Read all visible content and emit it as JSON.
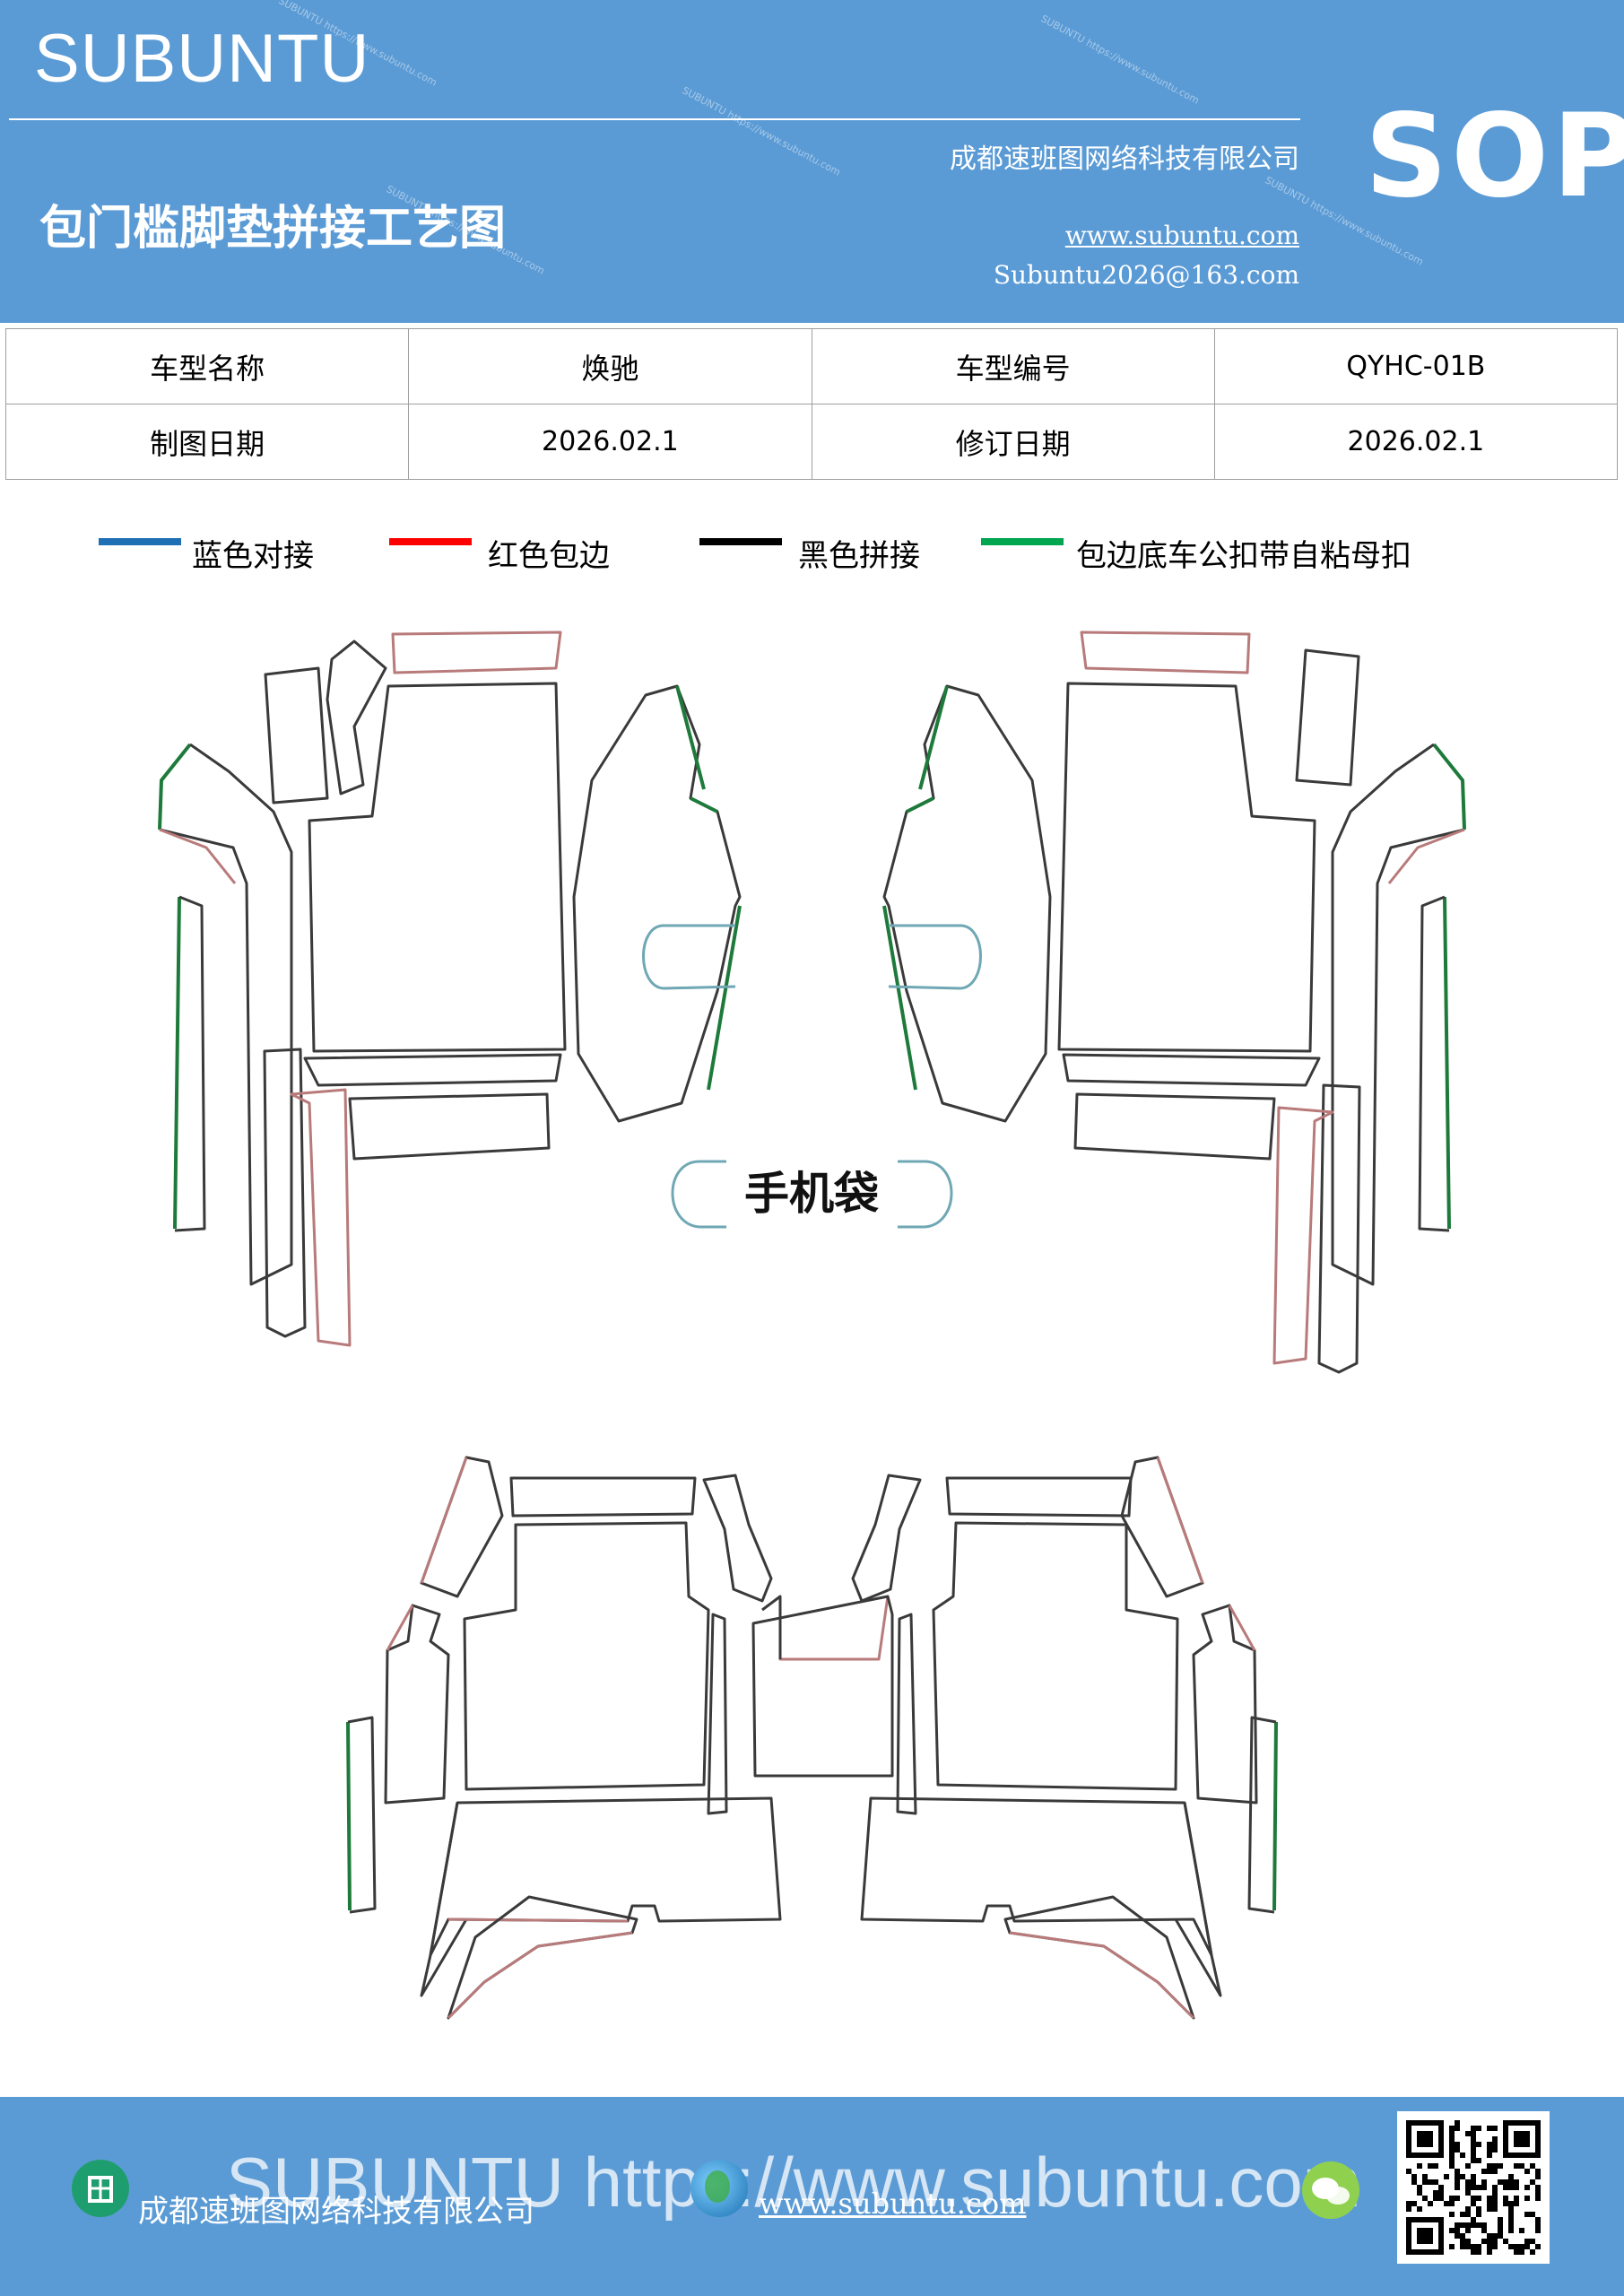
{
  "header": {
    "brand": "SUBUNTU",
    "title": "包门槛脚垫拼接工艺图",
    "company": "成都速班图网络科技有限公司",
    "website": "www.subuntu.com",
    "email": "Subuntu2026@163.com",
    "badge": "SOP",
    "background_color": "#5b9bd5"
  },
  "info_table": {
    "rows": [
      [
        "车型名称",
        "焕驰",
        "车型编号",
        "QYHC-01B"
      ],
      [
        "制图日期",
        "2026.02.1",
        "修订日期",
        "2026.02.1"
      ]
    ]
  },
  "legend": [
    {
      "label": "蓝色对接",
      "color": "#1f6fb5"
    },
    {
      "label": "红色包边",
      "color": "#ff0000"
    },
    {
      "label": "黑色拼接",
      "color": "#000000"
    },
    {
      "label": "包边底车公扣带自粘母扣",
      "color": "#00a550"
    }
  ],
  "drawing": {
    "phone_pocket_label": "手机袋",
    "stroke_colors": {
      "outline": "#3a3a3a",
      "edge": "#b87a7a",
      "seam": "#1e7a3a",
      "butt": "#6fa8b4"
    }
  },
  "footer": {
    "company": "成都速班图网络科技有限公司",
    "website": "www.subuntu.com",
    "watermark": "SUBUNTU https://www.subuntu.com",
    "icons": [
      "building-icon",
      "globe-icon",
      "wechat-icon",
      "qr-code"
    ]
  }
}
